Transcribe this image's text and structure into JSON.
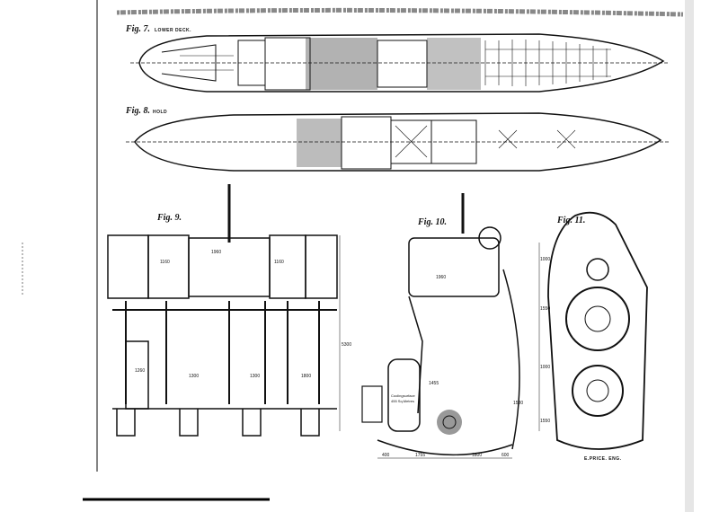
{
  "figures": {
    "fig7": {
      "label": "Fig. 7.",
      "caption": "LOWER DECK."
    },
    "fig8": {
      "label": "Fig. 8.",
      "caption": "HOLD"
    },
    "fig9": {
      "label": "Fig. 9.",
      "dims": [
        "1160",
        "1960",
        "1160",
        "1300",
        "1300",
        "1800",
        "1260",
        "5300"
      ]
    },
    "fig10": {
      "label": "Fig. 10.",
      "dims": [
        "1960",
        "1455",
        "1580",
        "400",
        "1755",
        "1800",
        "600"
      ],
      "note_line1": "Coolingsurface",
      "note_line2": "455 Sq.Metres"
    },
    "fig11": {
      "label": "Fig. 11.",
      "dims": [
        "1000",
        "1550",
        "1000",
        "1550"
      ]
    }
  },
  "signature": "E.PRICE. ENG."
}
